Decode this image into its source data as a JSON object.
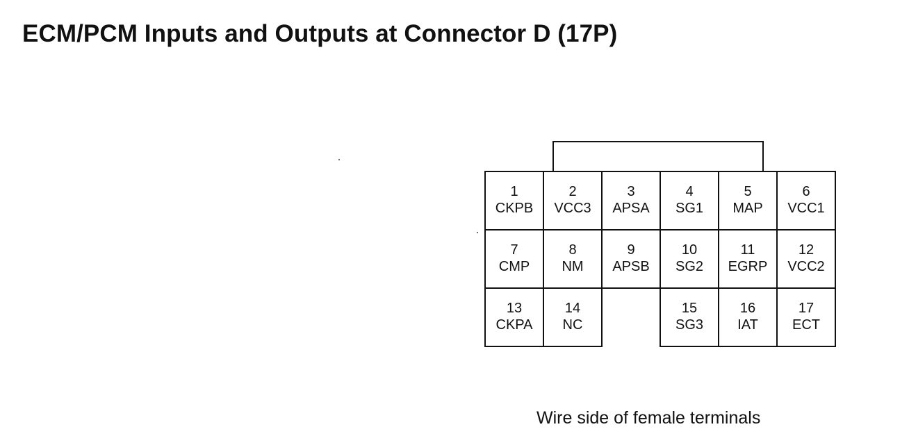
{
  "title": "ECM/PCM Inputs and Outputs at Connector D (17P)",
  "caption": "Wire side of female terminals",
  "connector": {
    "rows": [
      [
        {
          "pin": "1",
          "signal": "CKPB"
        },
        {
          "pin": "2",
          "signal": "VCC3"
        },
        {
          "pin": "3",
          "signal": "APSA"
        },
        {
          "pin": "4",
          "signal": "SG1"
        },
        {
          "pin": "5",
          "signal": "MAP"
        },
        {
          "pin": "6",
          "signal": "VCC1"
        }
      ],
      [
        {
          "pin": "7",
          "signal": "CMP"
        },
        {
          "pin": "8",
          "signal": "NM"
        },
        {
          "pin": "9",
          "signal": "APSB"
        },
        {
          "pin": "10",
          "signal": "SG2"
        },
        {
          "pin": "11",
          "signal": "EGRP"
        },
        {
          "pin": "12",
          "signal": "VCC2"
        }
      ],
      [
        {
          "pin": "13",
          "signal": "CKPA"
        },
        {
          "pin": "14",
          "signal": "NC"
        },
        null,
        {
          "pin": "15",
          "signal": "SG3"
        },
        {
          "pin": "16",
          "signal": "IAT"
        },
        {
          "pin": "17",
          "signal": "ECT"
        }
      ]
    ]
  }
}
